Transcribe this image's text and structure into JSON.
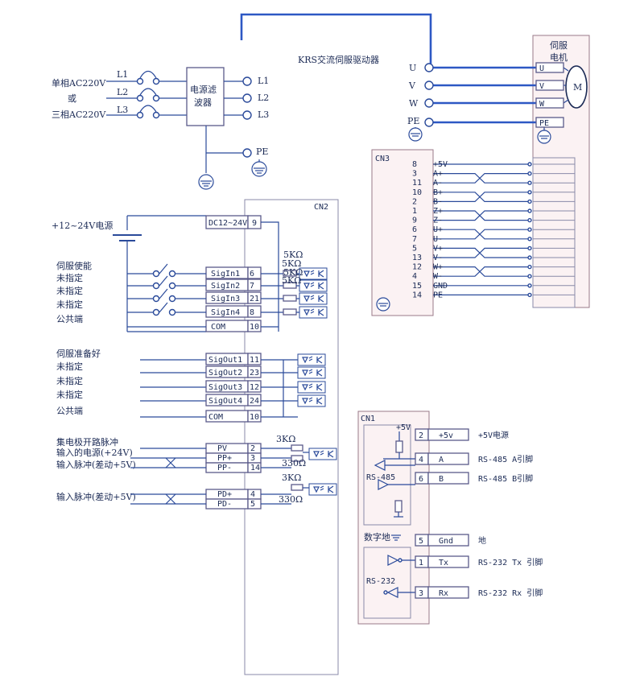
{
  "diagram": {
    "title": "KRS交流伺服驱动器",
    "supply": {
      "single_phase": "单相AC220V",
      "or": "或",
      "three_phase": "三相AC220V",
      "lines": [
        "L1",
        "L2",
        "L3"
      ]
    },
    "filter": {
      "line1": "电源滤",
      "line2": "波器"
    },
    "drive_terminals": [
      "L1",
      "L2",
      "L3",
      "PE"
    ],
    "motor": {
      "line1": "伺服",
      "line2": "电机",
      "symbol": "M",
      "drive_pins": [
        "U",
        "V",
        "W",
        "PE"
      ],
      "motor_pins": [
        "U",
        "V",
        "W",
        "PE"
      ]
    },
    "cn3": {
      "label": "CN3",
      "pins": [
        {
          "num": "8",
          "name": "+5V"
        },
        {
          "num": "3",
          "name": "A+"
        },
        {
          "num": "11",
          "name": "A-"
        },
        {
          "num": "10",
          "name": "B+"
        },
        {
          "num": "2",
          "name": "B-"
        },
        {
          "num": "1",
          "name": "Z+"
        },
        {
          "num": "9",
          "name": "Z-"
        },
        {
          "num": "6",
          "name": "U+"
        },
        {
          "num": "7",
          "name": "U-"
        },
        {
          "num": "5",
          "name": "V+"
        },
        {
          "num": "13",
          "name": "V-"
        },
        {
          "num": "12",
          "name": "W+"
        },
        {
          "num": "4",
          "name": "W-"
        },
        {
          "num": "15",
          "name": "GND"
        },
        {
          "num": "14",
          "name": "PE"
        }
      ]
    },
    "cn2": {
      "label": "CN2",
      "power_label": "+12~24V电源",
      "power_pin": {
        "name": "DC12~24V",
        "num": "9"
      },
      "inputs": [
        {
          "label": "伺服使能",
          "name": "SigIn1",
          "num": "6"
        },
        {
          "label": "未指定",
          "name": "SigIn2",
          "num": "7"
        },
        {
          "label": "未指定",
          "name": "SigIn3",
          "num": "21"
        },
        {
          "label": "未指定",
          "name": "SigIn4",
          "num": "8"
        },
        {
          "label": "公共端",
          "name": "COM",
          "num": "10"
        }
      ],
      "input_resistor": "5KΩ",
      "outputs": [
        {
          "label": "伺服准备好",
          "name": "SigOut1",
          "num": "11"
        },
        {
          "label": "未指定",
          "name": "SigOut2",
          "num": "23"
        },
        {
          "label": "未指定",
          "name": "SigOut3",
          "num": "12"
        },
        {
          "label": "未指定",
          "name": "SigOut4",
          "num": "24"
        },
        {
          "label": "公共端",
          "name": "COM",
          "num": "10"
        }
      ],
      "pulse": {
        "labels": [
          "集电极开路脉冲",
          "输入的电源(+24V)",
          "输入脉冲(差动+5V)"
        ],
        "pins": [
          {
            "name": "PV",
            "num": "2"
          },
          {
            "name": "PP+",
            "num": "3"
          },
          {
            "name": "PP-",
            "num": "14"
          }
        ],
        "r1": "3KΩ",
        "r2": "330Ω"
      },
      "dir": {
        "label": "输入脉冲(差动+5V)",
        "pins": [
          {
            "name": "PD+",
            "num": "4"
          },
          {
            "name": "PD-",
            "num": "5"
          }
        ],
        "r1": "3KΩ",
        "r2": "330Ω"
      }
    },
    "cn1": {
      "label": "CN1",
      "plus5": "+5V",
      "rs485": "RS-485",
      "rs232": "RS-232",
      "digital_ground": "数字地",
      "pins": [
        {
          "num": "2",
          "name": "+5v",
          "desc": "+5V电源"
        },
        {
          "num": "4",
          "name": "A",
          "desc": "RS-485 A引脚"
        },
        {
          "num": "6",
          "name": "B",
          "desc": "RS-485 B引脚"
        },
        {
          "num": "5",
          "name": "Gnd",
          "desc": "地"
        },
        {
          "num": "1",
          "name": "Tx",
          "desc": "RS-232 Tx 引脚"
        },
        {
          "num": "3",
          "name": "Rx",
          "desc": "RS-232 Rx 引脚"
        }
      ]
    }
  }
}
